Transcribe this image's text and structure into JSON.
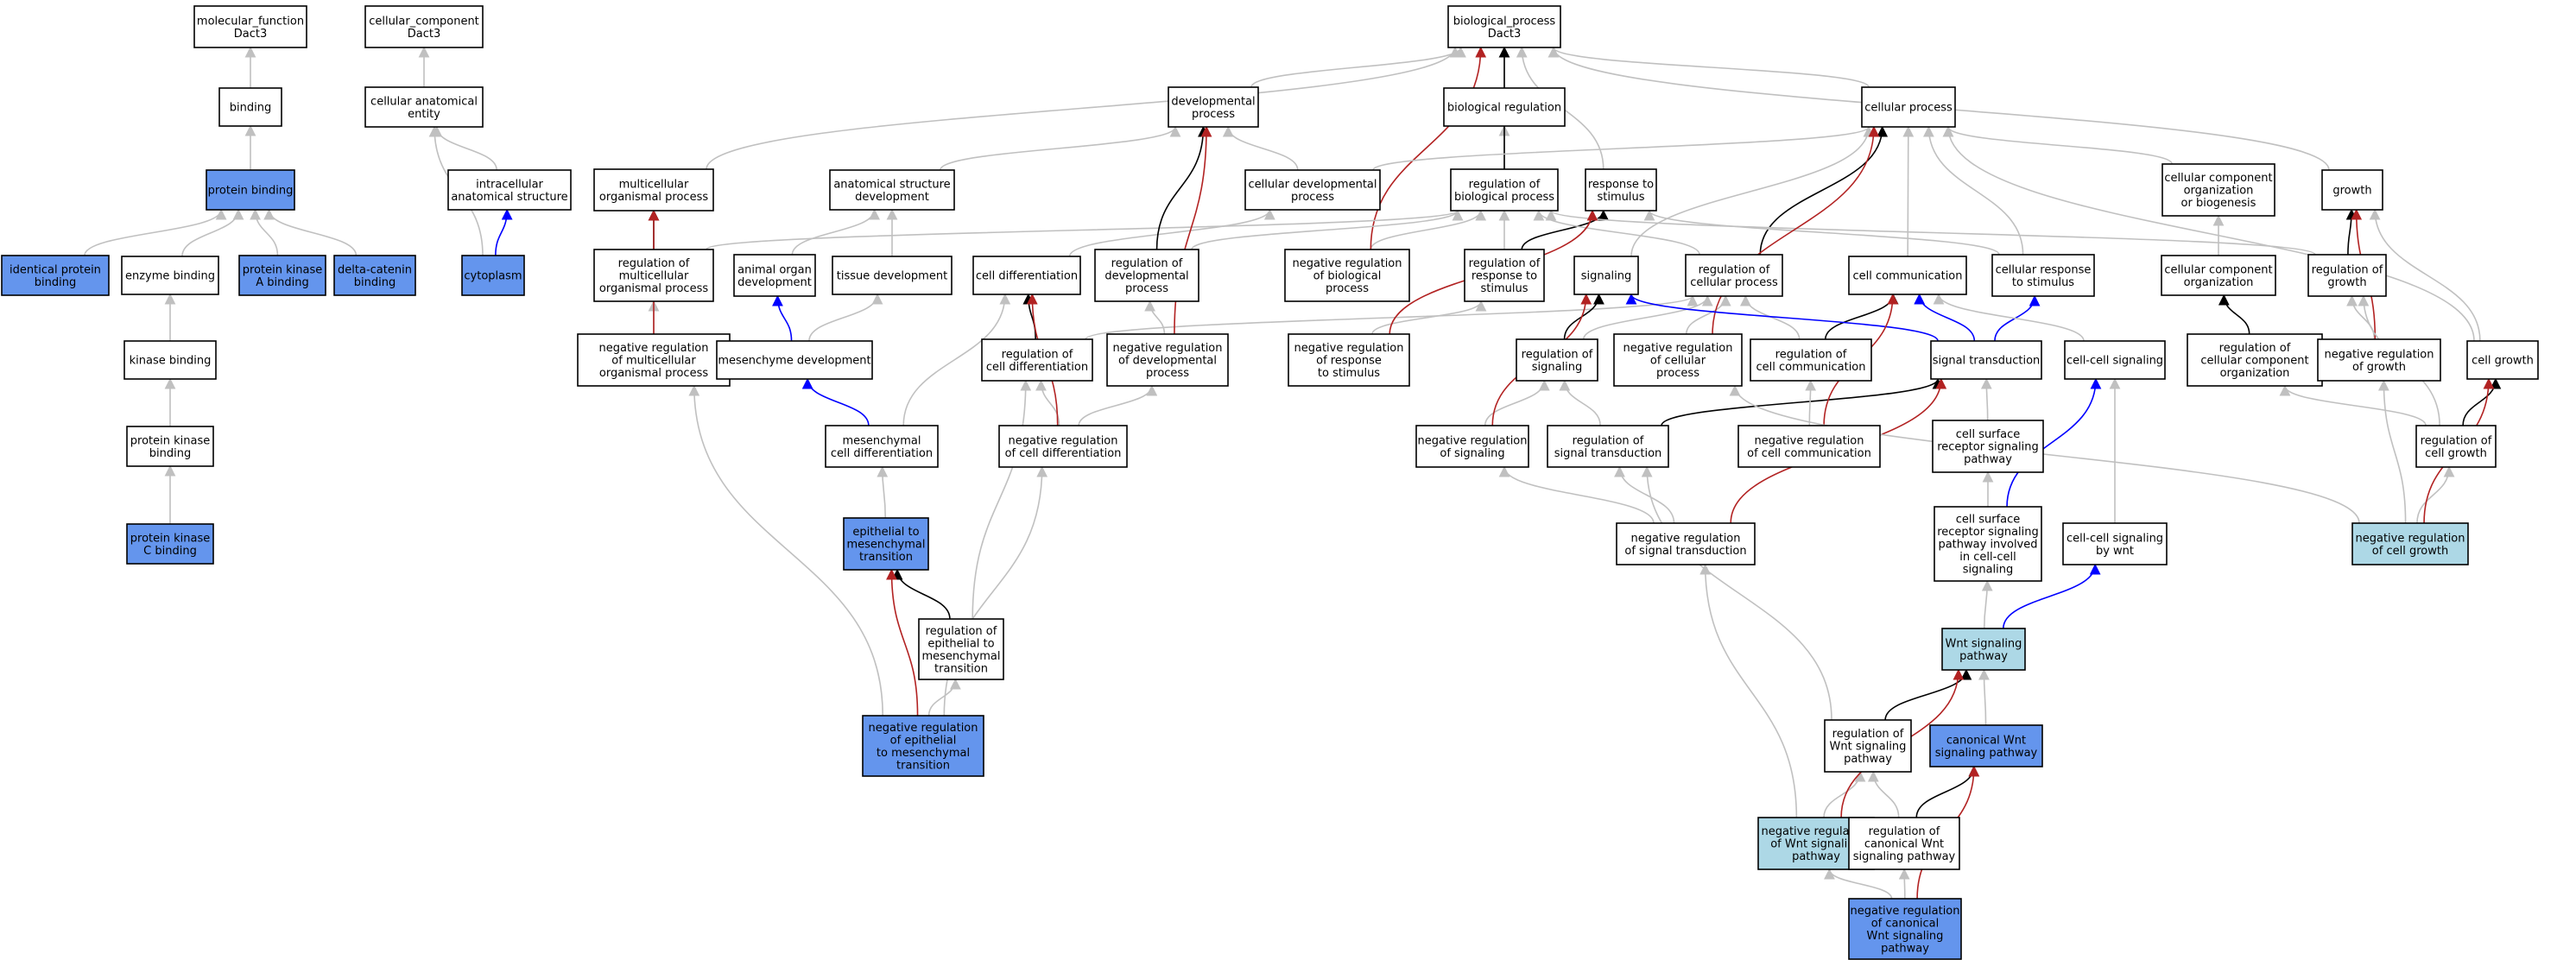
{
  "colors": {
    "white": "#ffffff",
    "blue": "#6495ed",
    "lightblue": "#add8e6",
    "edge_is_a": "#c0c0c0",
    "edge_part_of": "#0000ff",
    "edge_regulates": "#000000",
    "edge_neg_regulates": "#b22222"
  },
  "nodes": {
    "mf_root": {
      "label": [
        "molecular_function",
        "Dact3"
      ],
      "fill": "white"
    },
    "binding": {
      "label": [
        "binding"
      ],
      "fill": "white"
    },
    "protbind": {
      "label": [
        "protein binding"
      ],
      "fill": "blue"
    },
    "identprot": {
      "label": [
        "identical protein",
        "binding"
      ],
      "fill": "blue"
    },
    "enzbind": {
      "label": [
        "enzyme binding"
      ],
      "fill": "white"
    },
    "pkabind": {
      "label": [
        "protein kinase",
        "A binding"
      ],
      "fill": "blue"
    },
    "deltacat": {
      "label": [
        "delta-catenin",
        "binding"
      ],
      "fill": "blue"
    },
    "kinbind": {
      "label": [
        "kinase binding"
      ],
      "fill": "white"
    },
    "pkbind": {
      "label": [
        "protein kinase",
        "binding"
      ],
      "fill": "white"
    },
    "pkcbind": {
      "label": [
        "protein kinase",
        "C binding"
      ],
      "fill": "blue"
    },
    "cc_root": {
      "label": [
        "cellular_component",
        "Dact3"
      ],
      "fill": "white"
    },
    "cae": {
      "label": [
        "cellular anatomical",
        "entity"
      ],
      "fill": "white"
    },
    "ias": {
      "label": [
        "intracellular",
        "anatomical structure"
      ],
      "fill": "white"
    },
    "cytoplasm": {
      "label": [
        "cytoplasm"
      ],
      "fill": "blue"
    },
    "bp_root": {
      "label": [
        "biological_process",
        "Dact3"
      ],
      "fill": "white"
    },
    "devproc": {
      "label": [
        "developmental",
        "process"
      ],
      "fill": "white"
    },
    "bioreg": {
      "label": [
        "biological regulation"
      ],
      "fill": "white"
    },
    "cellproc": {
      "label": [
        "cellular process"
      ],
      "fill": "white"
    },
    "multiorg": {
      "label": [
        "multicellular",
        "organismal process"
      ],
      "fill": "white"
    },
    "anatdev": {
      "label": [
        "anatomical structure",
        "development"
      ],
      "fill": "white"
    },
    "celldevproc": {
      "label": [
        "cellular developmental",
        "process"
      ],
      "fill": "white"
    },
    "regbio": {
      "label": [
        "regulation of",
        "biological process"
      ],
      "fill": "white"
    },
    "resp": {
      "label": [
        "response to",
        "stimulus"
      ],
      "fill": "white"
    },
    "ccob": {
      "label": [
        "cellular component",
        "organization",
        "or biogenesis"
      ],
      "fill": "white"
    },
    "growth": {
      "label": [
        "growth"
      ],
      "fill": "white"
    },
    "regmulti": {
      "label": [
        "regulation of",
        "multicellular",
        "organismal process"
      ],
      "fill": "white"
    },
    "animorgan": {
      "label": [
        "animal organ",
        "development"
      ],
      "fill": "white"
    },
    "tissuedev": {
      "label": [
        "tissue development"
      ],
      "fill": "white"
    },
    "celldiff": {
      "label": [
        "cell differentiation"
      ],
      "fill": "white"
    },
    "regdev": {
      "label": [
        "regulation of",
        "developmental",
        "process"
      ],
      "fill": "white"
    },
    "negregbio": {
      "label": [
        "negative regulation",
        "of biological",
        "process"
      ],
      "fill": "white"
    },
    "regresp": {
      "label": [
        "regulation of",
        "response to",
        "stimulus"
      ],
      "fill": "white"
    },
    "signaling": {
      "label": [
        "signaling"
      ],
      "fill": "white"
    },
    "regcellproc": {
      "label": [
        "regulation of",
        "cellular process"
      ],
      "fill": "white"
    },
    "cellcomm": {
      "label": [
        "cell communication"
      ],
      "fill": "white"
    },
    "cellresp": {
      "label": [
        "cellular response",
        "to stimulus"
      ],
      "fill": "white"
    },
    "ccorg": {
      "label": [
        "cellular component",
        "organization"
      ],
      "fill": "white"
    },
    "reggrowth": {
      "label": [
        "regulation of",
        "growth"
      ],
      "fill": "white"
    },
    "negregmulti": {
      "label": [
        "negative regulation",
        "of multicellular",
        "organismal process"
      ],
      "fill": "white"
    },
    "mesdev": {
      "label": [
        "mesenchyme development"
      ],
      "fill": "white"
    },
    "regcelldiff": {
      "label": [
        "regulation of",
        "cell differentiation"
      ],
      "fill": "white"
    },
    "negregdev": {
      "label": [
        "negative regulation",
        "of developmental",
        "process"
      ],
      "fill": "white"
    },
    "negregresp": {
      "label": [
        "negative regulation",
        "of response",
        "to stimulus"
      ],
      "fill": "white"
    },
    "regsig": {
      "label": [
        "regulation of",
        "signaling"
      ],
      "fill": "white"
    },
    "negregcellproc": {
      "label": [
        "negative regulation",
        "of cellular",
        "process"
      ],
      "fill": "white"
    },
    "regcellcomm": {
      "label": [
        "regulation of",
        "cell communication"
      ],
      "fill": "white"
    },
    "sigtrans": {
      "label": [
        "signal transduction"
      ],
      "fill": "white"
    },
    "cellcellsig": {
      "label": [
        "cell-cell signaling"
      ],
      "fill": "white"
    },
    "regccorg": {
      "label": [
        "regulation of",
        "cellular component",
        "organization"
      ],
      "fill": "white"
    },
    "negreggrowth": {
      "label": [
        "negative regulation",
        "of growth"
      ],
      "fill": "white"
    },
    "cellgrowth": {
      "label": [
        "cell growth"
      ],
      "fill": "white"
    },
    "mescelldiff": {
      "label": [
        "mesenchymal",
        "cell differentiation"
      ],
      "fill": "white"
    },
    "negregcelldiff": {
      "label": [
        "negative regulation",
        "of cell differentiation"
      ],
      "fill": "white"
    },
    "negregsig": {
      "label": [
        "negative regulation",
        "of signaling"
      ],
      "fill": "white"
    },
    "regsigtrans": {
      "label": [
        "regulation of",
        "signal transduction"
      ],
      "fill": "white"
    },
    "negregcellcomm": {
      "label": [
        "negative regulation",
        "of cell communication"
      ],
      "fill": "white"
    },
    "csrsp": {
      "label": [
        "cell surface",
        "receptor signaling",
        "pathway"
      ],
      "fill": "white"
    },
    "regcellgrowth": {
      "label": [
        "regulation of",
        "cell growth"
      ],
      "fill": "white"
    },
    "emt": {
      "label": [
        "epithelial to",
        "mesenchymal",
        "transition"
      ],
      "fill": "blue"
    },
    "negregsigtrans": {
      "label": [
        "negative regulation",
        "of signal transduction"
      ],
      "fill": "white"
    },
    "csrspcc": {
      "label": [
        "cell surface",
        "receptor signaling",
        "pathway involved",
        "in cell-cell",
        "signaling"
      ],
      "fill": "white"
    },
    "ccswnt": {
      "label": [
        "cell-cell signaling",
        "by wnt"
      ],
      "fill": "white"
    },
    "negregcellgrowth": {
      "label": [
        "negative regulation",
        "of cell growth"
      ],
      "fill": "lightblue"
    },
    "regemt": {
      "label": [
        "regulation of",
        "epithelial to",
        "mesenchymal",
        "transition"
      ],
      "fill": "white"
    },
    "wnt": {
      "label": [
        "Wnt signaling",
        "pathway"
      ],
      "fill": "lightblue"
    },
    "negregemt": {
      "label": [
        "negative regulation",
        "of epithelial",
        "to mesenchymal",
        "transition"
      ],
      "fill": "blue"
    },
    "regwnt": {
      "label": [
        "regulation of",
        "Wnt signaling",
        "pathway"
      ],
      "fill": "white"
    },
    "canwnt": {
      "label": [
        "canonical Wnt",
        "signaling pathway"
      ],
      "fill": "blue"
    },
    "negregwnt": {
      "label": [
        "negative regulation",
        "of Wnt signaling",
        "pathway"
      ],
      "fill": "lightblue"
    },
    "regcanwnt": {
      "label": [
        "regulation of",
        "canonical Wnt",
        "signaling pathway"
      ],
      "fill": "white"
    },
    "negregcanwnt": {
      "label": [
        "negative regulation",
        "of canonical",
        "Wnt signaling",
        "pathway"
      ],
      "fill": "blue"
    }
  },
  "edges": [
    {
      "from": "binding",
      "to": "mf_root",
      "type": "is_a"
    },
    {
      "from": "protbind",
      "to": "binding",
      "type": "is_a"
    },
    {
      "from": "identprot",
      "to": "protbind",
      "type": "is_a"
    },
    {
      "from": "enzbind",
      "to": "protbind",
      "type": "is_a"
    },
    {
      "from": "pkabind",
      "to": "protbind",
      "type": "is_a"
    },
    {
      "from": "deltacat",
      "to": "protbind",
      "type": "is_a"
    },
    {
      "from": "kinbind",
      "to": "enzbind",
      "type": "is_a"
    },
    {
      "from": "pkbind",
      "to": "kinbind",
      "type": "is_a"
    },
    {
      "from": "pkcbind",
      "to": "pkbind",
      "type": "is_a"
    },
    {
      "from": "cae",
      "to": "cc_root",
      "type": "is_a"
    },
    {
      "from": "ias",
      "to": "cae",
      "type": "is_a"
    },
    {
      "from": "cytoplasm",
      "to": "cae",
      "type": "is_a"
    },
    {
      "from": "cytoplasm",
      "to": "ias",
      "type": "part_of"
    },
    {
      "from": "devproc",
      "to": "bp_root",
      "type": "is_a"
    },
    {
      "from": "bioreg",
      "to": "bp_root",
      "type": "is_a"
    },
    {
      "from": "cellproc",
      "to": "bp_root",
      "type": "is_a"
    },
    {
      "from": "multiorg",
      "to": "bp_root",
      "type": "is_a"
    },
    {
      "from": "growth",
      "to": "bp_root",
      "type": "is_a"
    },
    {
      "from": "resp",
      "to": "bp_root",
      "type": "is_a"
    },
    {
      "from": "regbio",
      "to": "bioreg",
      "type": "is_a"
    },
    {
      "from": "regbio",
      "to": "bp_root",
      "type": "regulates"
    },
    {
      "from": "negregbio",
      "to": "regbio",
      "type": "is_a"
    },
    {
      "from": "negregbio",
      "to": "bp_root",
      "type": "neg_regulates"
    },
    {
      "from": "anatdev",
      "to": "devproc",
      "type": "is_a"
    },
    {
      "from": "celldevproc",
      "to": "devproc",
      "type": "is_a"
    },
    {
      "from": "celldevproc",
      "to": "cellproc",
      "type": "is_a"
    },
    {
      "from": "regmulti",
      "to": "regbio",
      "type": "is_a"
    },
    {
      "from": "regmulti",
      "to": "multiorg",
      "type": "regulates"
    },
    {
      "from": "animorgan",
      "to": "anatdev",
      "type": "is_a"
    },
    {
      "from": "tissuedev",
      "to": "anatdev",
      "type": "is_a"
    },
    {
      "from": "celldiff",
      "to": "celldevproc",
      "type": "is_a"
    },
    {
      "from": "regdev",
      "to": "regbio",
      "type": "is_a"
    },
    {
      "from": "regdev",
      "to": "devproc",
      "type": "regulates"
    },
    {
      "from": "regresp",
      "to": "regbio",
      "type": "is_a"
    },
    {
      "from": "regresp",
      "to": "resp",
      "type": "regulates"
    },
    {
      "from": "signaling",
      "to": "cellproc",
      "type": "is_a"
    },
    {
      "from": "regcellproc",
      "to": "regbio",
      "type": "is_a"
    },
    {
      "from": "regcellproc",
      "to": "cellproc",
      "type": "regulates"
    },
    {
      "from": "cellcomm",
      "to": "cellproc",
      "type": "is_a"
    },
    {
      "from": "cellresp",
      "to": "cellproc",
      "type": "is_a"
    },
    {
      "from": "cellresp",
      "to": "resp",
      "type": "is_a"
    },
    {
      "from": "ccob",
      "to": "cellproc",
      "type": "is_a"
    },
    {
      "from": "ccorg",
      "to": "ccob",
      "type": "is_a"
    },
    {
      "from": "reggrowth",
      "to": "regbio",
      "type": "is_a"
    },
    {
      "from": "reggrowth",
      "to": "growth",
      "type": "regulates"
    },
    {
      "from": "negregmulti",
      "to": "regmulti",
      "type": "is_a"
    },
    {
      "from": "negregmulti",
      "to": "multiorg",
      "type": "neg_regulates"
    },
    {
      "from": "mesdev",
      "to": "animorgan",
      "type": "part_of"
    },
    {
      "from": "mesdev",
      "to": "tissuedev",
      "type": "is_a"
    },
    {
      "from": "regcelldiff",
      "to": "regcellproc",
      "type": "is_a"
    },
    {
      "from": "regcelldiff",
      "to": "celldiff",
      "type": "regulates"
    },
    {
      "from": "negregdev",
      "to": "regdev",
      "type": "is_a"
    },
    {
      "from": "negregdev",
      "to": "devproc",
      "type": "neg_regulates"
    },
    {
      "from": "negregresp",
      "to": "regresp",
      "type": "is_a"
    },
    {
      "from": "negregresp",
      "to": "resp",
      "type": "neg_regulates"
    },
    {
      "from": "regsig",
      "to": "regcellproc",
      "type": "is_a"
    },
    {
      "from": "regsig",
      "to": "signaling",
      "type": "regulates"
    },
    {
      "from": "negregcellproc",
      "to": "regcellproc",
      "type": "is_a"
    },
    {
      "from": "negregcellproc",
      "to": "cellproc",
      "type": "neg_regulates"
    },
    {
      "from": "regcellcomm",
      "to": "regcellproc",
      "type": "is_a"
    },
    {
      "from": "regcellcomm",
      "to": "cellcomm",
      "type": "regulates"
    },
    {
      "from": "sigtrans",
      "to": "cellcomm",
      "type": "part_of"
    },
    {
      "from": "sigtrans",
      "to": "cellresp",
      "type": "part_of"
    },
    {
      "from": "sigtrans",
      "to": "signaling",
      "type": "part_of"
    },
    {
      "from": "cellcellsig",
      "to": "cellcomm",
      "type": "is_a"
    },
    {
      "from": "regccorg",
      "to": "ccorg",
      "type": "regulates"
    },
    {
      "from": "negreggrowth",
      "to": "reggrowth",
      "type": "is_a"
    },
    {
      "from": "negreggrowth",
      "to": "growth",
      "type": "neg_regulates"
    },
    {
      "from": "cellgrowth",
      "to": "growth",
      "type": "is_a"
    },
    {
      "from": "cellgrowth",
      "to": "cellproc",
      "type": "is_a"
    },
    {
      "from": "mescelldiff",
      "to": "celldiff",
      "type": "is_a"
    },
    {
      "from": "mescelldiff",
      "to": "mesdev",
      "type": "part_of"
    },
    {
      "from": "negregcelldiff",
      "to": "regcelldiff",
      "type": "is_a"
    },
    {
      "from": "negregcelldiff",
      "to": "celldiff",
      "type": "neg_regulates"
    },
    {
      "from": "negregcelldiff",
      "to": "negregdev",
      "type": "is_a"
    },
    {
      "from": "negregsig",
      "to": "regsig",
      "type": "is_a"
    },
    {
      "from": "negregsig",
      "to": "signaling",
      "type": "neg_regulates"
    },
    {
      "from": "regsigtrans",
      "to": "regsig",
      "type": "is_a"
    },
    {
      "from": "regsigtrans",
      "to": "sigtrans",
      "type": "regulates"
    },
    {
      "from": "negregcellcomm",
      "to": "regcellcomm",
      "type": "is_a"
    },
    {
      "from": "negregcellcomm",
      "to": "cellcomm",
      "type": "neg_regulates"
    },
    {
      "from": "csrsp",
      "to": "sigtrans",
      "type": "is_a"
    },
    {
      "from": "regcellgrowth",
      "to": "reggrowth",
      "type": "is_a"
    },
    {
      "from": "regcellgrowth",
      "to": "cellgrowth",
      "type": "regulates"
    },
    {
      "from": "regcellgrowth",
      "to": "regccorg",
      "type": "is_a"
    },
    {
      "from": "emt",
      "to": "mescelldiff",
      "type": "is_a"
    },
    {
      "from": "negregsigtrans",
      "to": "regsigtrans",
      "type": "is_a"
    },
    {
      "from": "negregsigtrans",
      "to": "negregsig",
      "type": "is_a"
    },
    {
      "from": "negregsigtrans",
      "to": "sigtrans",
      "type": "neg_regulates"
    },
    {
      "from": "csrspcc",
      "to": "csrsp",
      "type": "is_a"
    },
    {
      "from": "csrspcc",
      "to": "cellcellsig",
      "type": "part_of"
    },
    {
      "from": "ccswnt",
      "to": "cellcellsig",
      "type": "is_a"
    },
    {
      "from": "negregcellgrowth",
      "to": "regcellgrowth",
      "type": "is_a"
    },
    {
      "from": "negregcellgrowth",
      "to": "negreggrowth",
      "type": "is_a"
    },
    {
      "from": "negregcellgrowth",
      "to": "cellgrowth",
      "type": "neg_regulates"
    },
    {
      "from": "negregcellgrowth",
      "to": "negregcellproc",
      "type": "is_a"
    },
    {
      "from": "regemt",
      "to": "regcelldiff",
      "type": "is_a"
    },
    {
      "from": "regemt",
      "to": "emt",
      "type": "regulates"
    },
    {
      "from": "wnt",
      "to": "csrspcc",
      "type": "is_a"
    },
    {
      "from": "wnt",
      "to": "ccswnt",
      "type": "part_of"
    },
    {
      "from": "negregemt",
      "to": "regemt",
      "type": "is_a"
    },
    {
      "from": "negregemt",
      "to": "emt",
      "type": "neg_regulates"
    },
    {
      "from": "negregemt",
      "to": "negregcelldiff",
      "type": "is_a"
    },
    {
      "from": "negregemt",
      "to": "negregmulti",
      "type": "is_a"
    },
    {
      "from": "regwnt",
      "to": "wnt",
      "type": "regulates"
    },
    {
      "from": "regwnt",
      "to": "regsigtrans",
      "type": "is_a"
    },
    {
      "from": "canwnt",
      "to": "wnt",
      "type": "is_a"
    },
    {
      "from": "negregwnt",
      "to": "regwnt",
      "type": "is_a"
    },
    {
      "from": "negregwnt",
      "to": "wnt",
      "type": "neg_regulates"
    },
    {
      "from": "negregwnt",
      "to": "negregsigtrans",
      "type": "is_a"
    },
    {
      "from": "regcanwnt",
      "to": "regwnt",
      "type": "is_a"
    },
    {
      "from": "regcanwnt",
      "to": "canwnt",
      "type": "regulates"
    },
    {
      "from": "negregcanwnt",
      "to": "regcanwnt",
      "type": "is_a"
    },
    {
      "from": "negregcanwnt",
      "to": "negregwnt",
      "type": "is_a"
    },
    {
      "from": "negregcanwnt",
      "to": "canwnt",
      "type": "neg_regulates"
    }
  ]
}
